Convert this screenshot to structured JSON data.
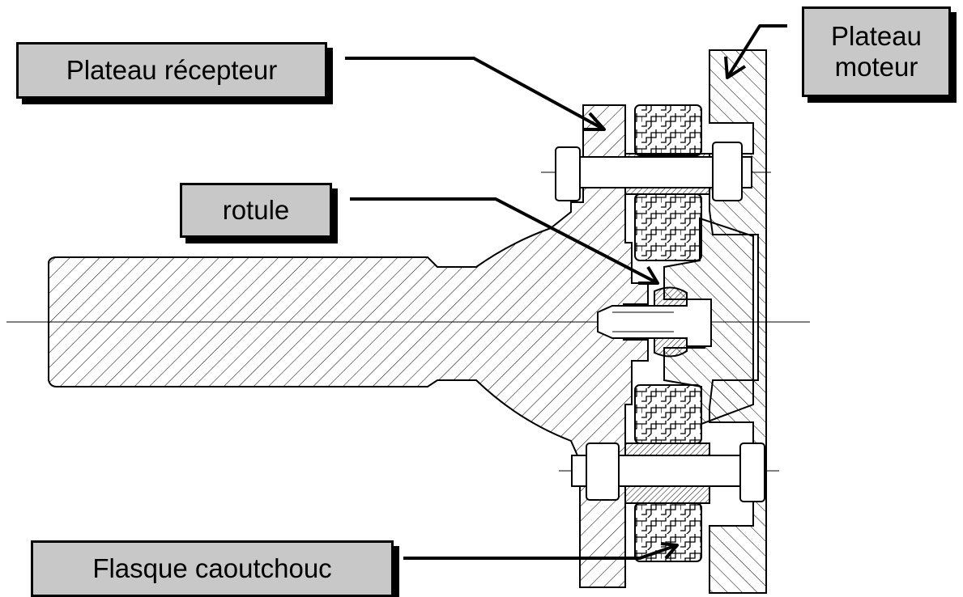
{
  "labels": {
    "plateau_recepteur": "Plateau récepteur",
    "plateau_moteur": [
      "Plateau",
      "moteur"
    ],
    "rotule": "rotule",
    "flasque_caoutchouc": "Flasque caoutchouc"
  },
  "colors": {
    "label_fill": "#c8c8c8",
    "outline": "#000000",
    "background": "#ffffff"
  }
}
